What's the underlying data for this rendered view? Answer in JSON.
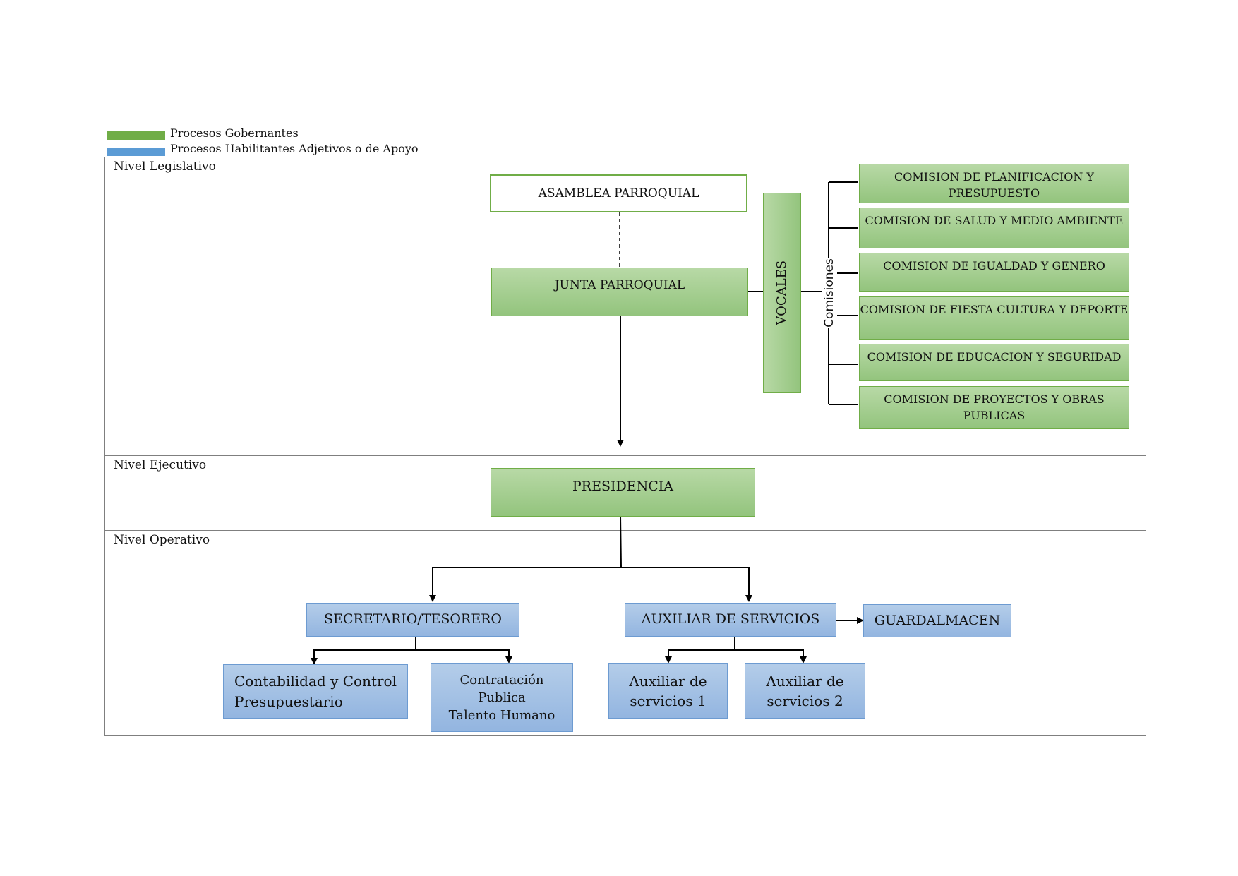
{
  "legend": {
    "items": [
      {
        "label": "Procesos Gobernantes",
        "color": "#70ad47"
      },
      {
        "label": "Procesos Habilitantes Adjetivos o de Apoyo",
        "color": "#5b9bd5"
      }
    ]
  },
  "levels": {
    "legislativo": "Nivel Legislativo",
    "ejecutivo": "Nivel Ejecutivo",
    "operativo": "Nivel Operativo"
  },
  "nodes": {
    "asamblea": "ASAMBLEA PARROQUIAL",
    "junta": "JUNTA PARROQUIAL",
    "vocales": "VOCALES",
    "comisiones_label": "Comisiones",
    "presidencia": "PRESIDENCIA",
    "secretario": "SECRETARIO/TESORERO",
    "auxiliar": "AUXILIAR DE SERVICIOS",
    "guardalmacen": "GUARDALMACEN",
    "contabilidad": "Contabilidad y Control\nPresupuestario",
    "contratacion": "Contratación\nPublica\nTalento Humano",
    "aux1": "Auxiliar de\nservicios 1",
    "aux2": "Auxiliar de\nservicios 2"
  },
  "comisiones": [
    "COMISION DE PLANIFICACION Y PRESUPUESTO",
    "COMISION DE SALUD Y MEDIO AMBIENTE",
    "COMISION DE IGUALDAD Y GENERO",
    "COMISION DE FIESTA CULTURA Y DEPORTE",
    "COMISION DE EDUCACION Y SEGURIDAD",
    "COMISION DE PROYECTOS Y OBRAS PUBLICAS"
  ],
  "colors": {
    "gobernante_fill": "#a9d18e",
    "gobernante_border": "#70ad47",
    "apoyo_fill": "#9dc3e6",
    "apoyo_border": "#5b9bd5"
  }
}
